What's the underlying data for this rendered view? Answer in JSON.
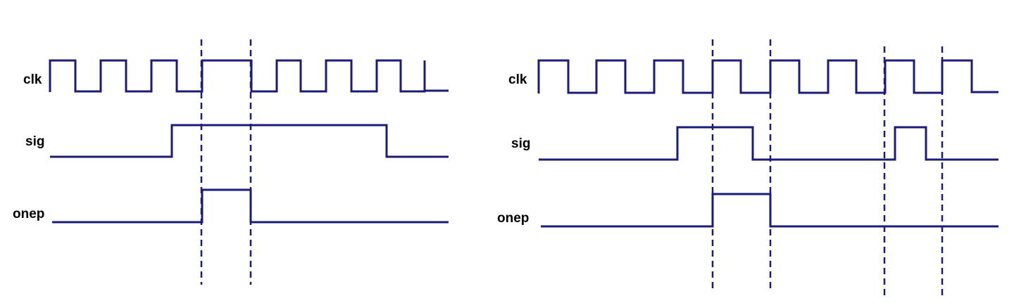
{
  "colors": {
    "waveform": "#1b1b7a",
    "label": "#000000",
    "background": "#ffffff"
  },
  "signal_names": {
    "clock": "clk",
    "input": "sig",
    "output": "onep"
  },
  "diagrams": [
    {
      "id": "left",
      "clk_toggles": 16,
      "sig_levels": [
        0,
        1,
        0
      ],
      "onep_levels": [
        0,
        1,
        0
      ],
      "marker_count": 2
    },
    {
      "id": "right",
      "clk_toggles": 15,
      "sig_levels": [
        0,
        1,
        0,
        1,
        0
      ],
      "onep_levels": [
        0,
        1,
        0
      ],
      "marker_count": 4
    }
  ]
}
